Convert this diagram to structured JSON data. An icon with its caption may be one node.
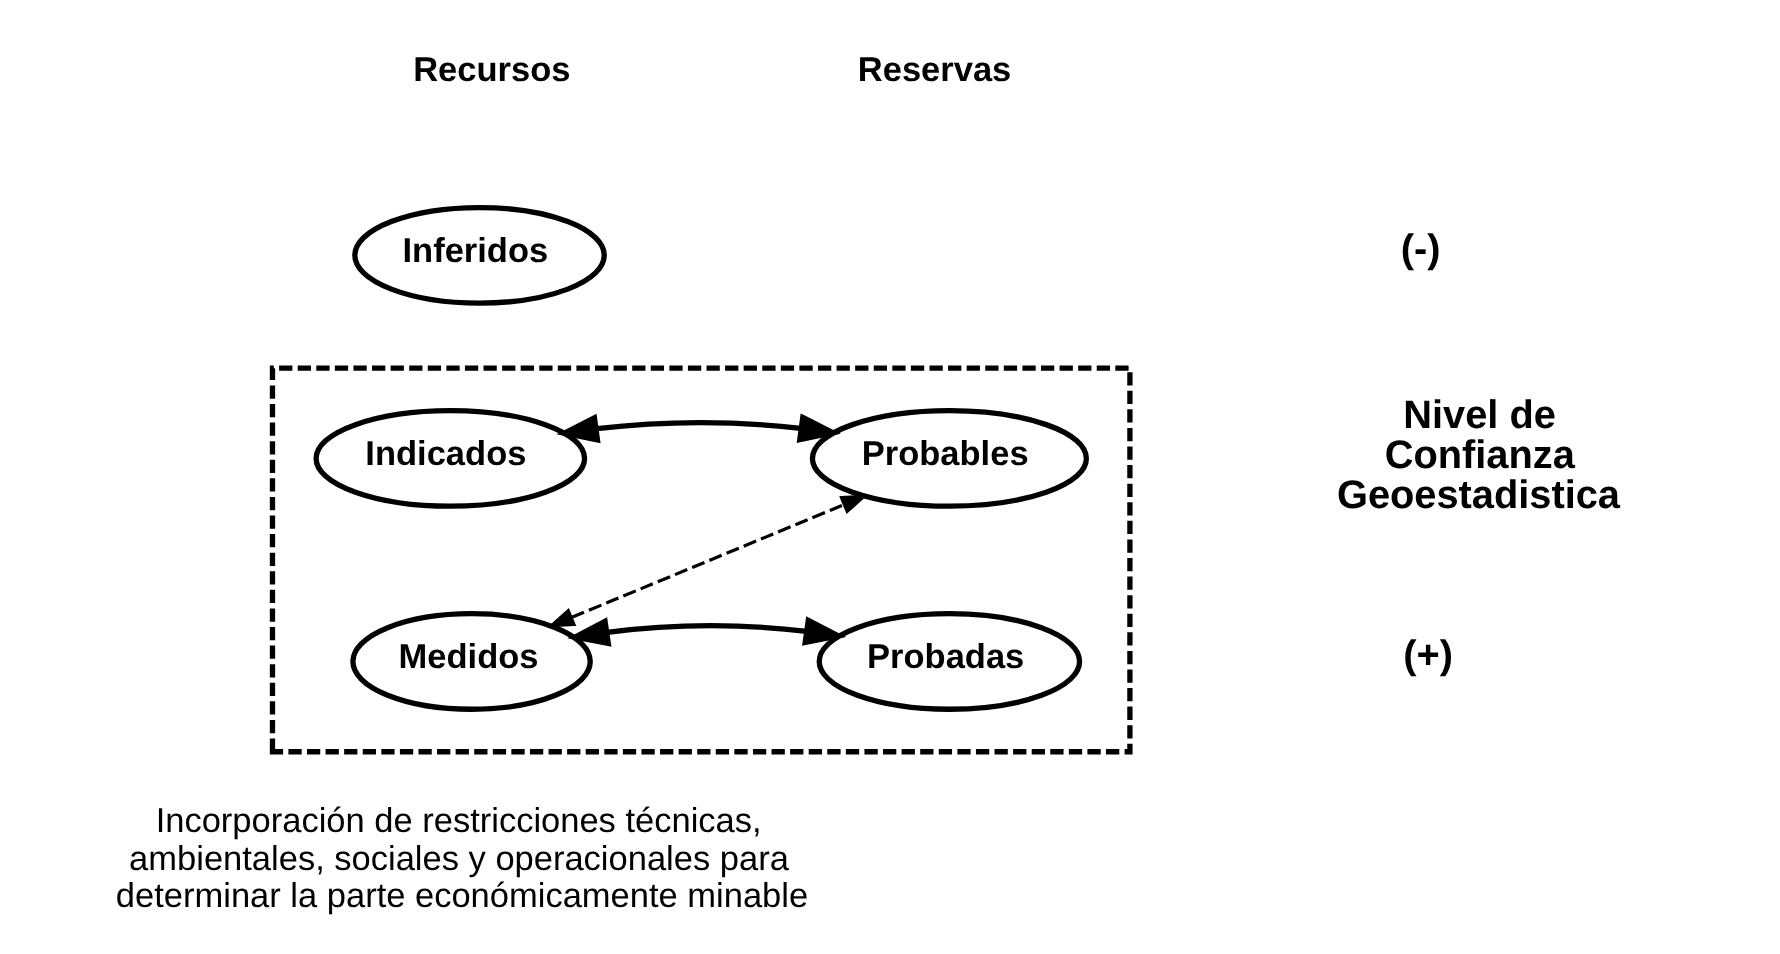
{
  "diagram": {
    "nodes": [
      {
        "text": [
          "Inferidos"
        ]
      },
      {
        "text": [],
        "shape": "box"
      },
      {
        "text": [
          "Indicados"
        ],
        "in": 1
      },
      {
        "text": [
          "Probables"
        ],
        "in": 1
      },
      {
        "text": [
          "Medidos"
        ],
        "in": 1
      },
      {
        "text": [
          "Probadas"
        ],
        "in": 1
      }
    ],
    "edges": [
      {
        "from": 2,
        "to": 3,
        "arrow": "both"
      },
      {
        "from": 4,
        "to": 3,
        "arrow": "both",
        "style": "dashed"
      },
      {
        "from": 4,
        "to": 5,
        "arrow": "both"
      }
    ],
    "labels": [
      "Recursos",
      "Reservas",
      "(-)",
      "Nivel de Confianza Geoestadistica",
      "(+)",
      "Incorporación de restricciones técnicas, ambientales, sociales y operacionales para determinar la parte económicamente minable"
    ]
  }
}
